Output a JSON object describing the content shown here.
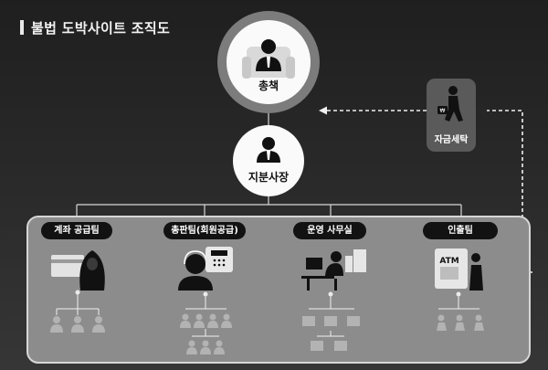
{
  "title": "불법 도박사이트 조직도",
  "nodes": {
    "boss": "총책",
    "sub_boss": "지분사장",
    "launderer": "자금세탁"
  },
  "teams": [
    {
      "label": "계좌 공급팀",
      "icon": "card-hoodie-icon"
    },
    {
      "label": "총판팀(회원공급)",
      "icon": "headset-phone-icon"
    },
    {
      "label": "운영 사무실",
      "icon": "desk-computer-icon"
    },
    {
      "label": "인출팀",
      "icon": "atm-withdraw-icon"
    }
  ],
  "atm_text": "ATM",
  "colors": {
    "panel": "#8c8c8c",
    "label_bg": "#121212",
    "ring": "#7c7c7c"
  }
}
